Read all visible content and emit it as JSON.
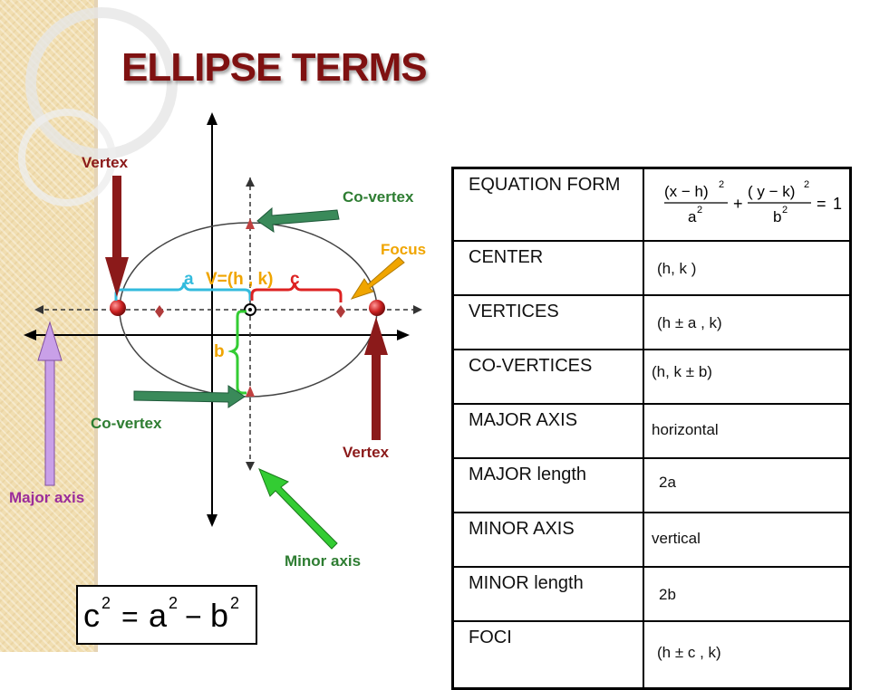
{
  "title": "ELLIPSE TERMS",
  "labels": {
    "vertex_left": "Vertex",
    "vertex_right": "Vertex",
    "covertex_top": "Co-vertex",
    "covertex_bottom": "Co-vertex",
    "focus": "Focus",
    "major_axis": "Major axis",
    "minor_axis": "Minor axis",
    "a": "a",
    "center": "V=(h , k)",
    "c": "c",
    "b": "b"
  },
  "relation": {
    "c": "c",
    "a": "a",
    "b": "b",
    "exp": "2",
    "eq": "=",
    "minus": "−"
  },
  "equation": {
    "x_num": "(x − h)",
    "y_num": "( y − k)",
    "a_den": "a",
    "b_den": "b",
    "exp": "2",
    "plus": "+",
    "eq": "=",
    "one": "1"
  },
  "table": {
    "rows": [
      {
        "term": "EQUATION FORM",
        "value": ""
      },
      {
        "term": "CENTER",
        "value": "(h, k )"
      },
      {
        "term": "VERTICES",
        "value": "(h ± a , k)"
      },
      {
        "term": "CO-VERTICES",
        "value": "(h, k ± b)"
      },
      {
        "term": "MAJOR AXIS",
        "value": "horizontal"
      },
      {
        "term": "MAJOR length",
        "value": "2a"
      },
      {
        "term": "MINOR AXIS",
        "value": "vertical"
      },
      {
        "term": "MINOR length",
        "value": "2b"
      },
      {
        "term": "FOCI",
        "value": "(h ± c , k)"
      }
    ]
  },
  "colors": {
    "title": "#7f1111",
    "vertex_arrow": "#8b1a1a",
    "covertex_arrow": "#3a8a5a",
    "focus_arrow": "#f0a500",
    "major_arrow": "#c9a0e8",
    "minor_arrow": "#33cc33",
    "brace_a": "#33bbdd",
    "brace_c": "#dd2222",
    "brace_b": "#33cc33"
  }
}
